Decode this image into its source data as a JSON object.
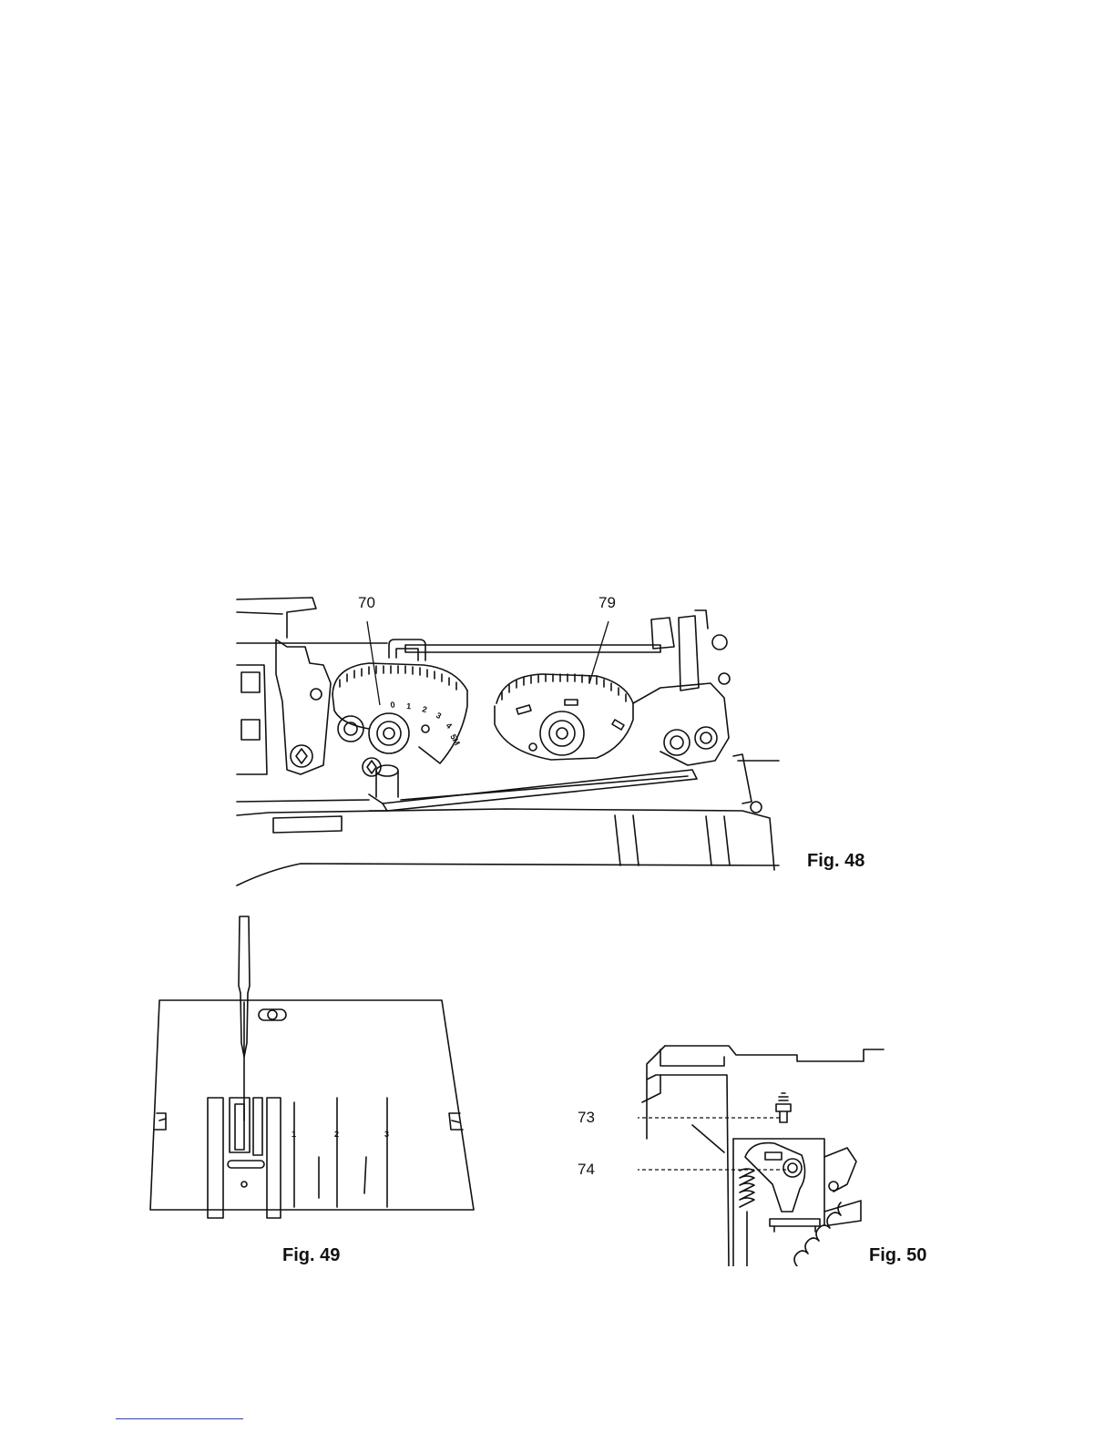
{
  "figures": [
    {
      "caption": "Fig. 48",
      "callouts": [
        "70",
        "79"
      ],
      "dial_scale": [
        "0",
        "1",
        "2",
        "3",
        "4",
        "5M"
      ]
    },
    {
      "caption": "Fig. 49",
      "plate_scale": [
        "1",
        "2",
        "3"
      ]
    },
    {
      "caption": "Fig. 50",
      "callouts": [
        "73",
        "74"
      ]
    }
  ],
  "colors": {
    "line_art": "#111111",
    "footer_rule": "#2a3ec8"
  }
}
